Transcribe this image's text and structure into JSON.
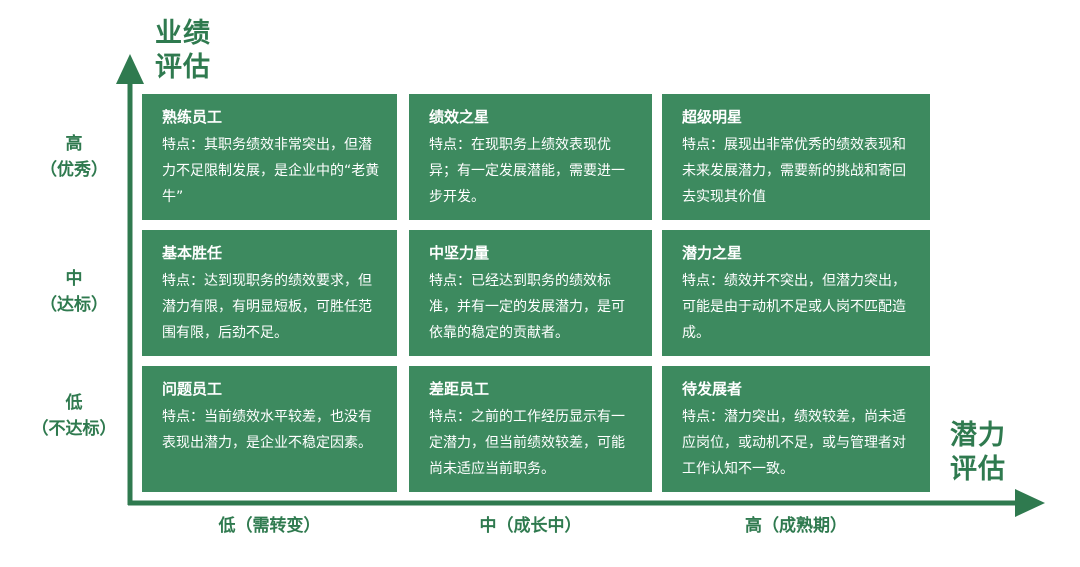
{
  "axes": {
    "y_title_line1": "业绩",
    "y_title_line2": "评估",
    "x_title_line1": "潜力",
    "x_title_line2": "评估",
    "accent_color": "#2f7a4f",
    "cell_color": "#3d8a5f"
  },
  "rows": [
    {
      "line1": "高",
      "line2": "（优秀）"
    },
    {
      "line1": "中",
      "line2": "（达标）"
    },
    {
      "line1": "低",
      "line2": "（不达标）"
    }
  ],
  "columns": [
    {
      "label": "低（需转变）"
    },
    {
      "label": "中（成长中）"
    },
    {
      "label": "高（成熟期）"
    }
  ],
  "grid": [
    [
      {
        "title": "熟练员工",
        "desc": "特点：其职务绩效非常突出，但潜力不足限制发展，是企业中的“老黄牛”"
      },
      {
        "title": "绩效之星",
        "desc": "特点：在现职务上绩效表现优异；有一定发展潜能，需要进一步开发。"
      },
      {
        "title": "超级明星",
        "desc": "特点：展现出非常优秀的绩效表现和未来发展潜力，需要新的挑战和寄回去实现其价值"
      }
    ],
    [
      {
        "title": "基本胜任",
        "desc": "特点：达到现职务的绩效要求，但潜力有限，有明显短板，可胜任范围有限，后劲不足。"
      },
      {
        "title": "中坚力量",
        "desc": "特点：已经达到职务的绩效标准，并有一定的发展潜力，是可依靠的稳定的贡献者。"
      },
      {
        "title": "潜力之星",
        "desc": "特点：绩效并不突出，但潜力突出，可能是由于动机不足或人岗不匹配造成。"
      }
    ],
    [
      {
        "title": "问题员工",
        "desc": "特点：当前绩效水平较差，也没有表现出潜力，是企业不稳定因素。"
      },
      {
        "title": "差距员工",
        "desc": "特点：之前的工作经历显示有一定潜力，但当前绩效较差，可能尚未适应当前职务。"
      },
      {
        "title": "待发展者",
        "desc": "特点：潜力突出，绩效较差，尚未适应岗位，或动机不足，或与管理者对工作认知不一致。"
      }
    ]
  ]
}
